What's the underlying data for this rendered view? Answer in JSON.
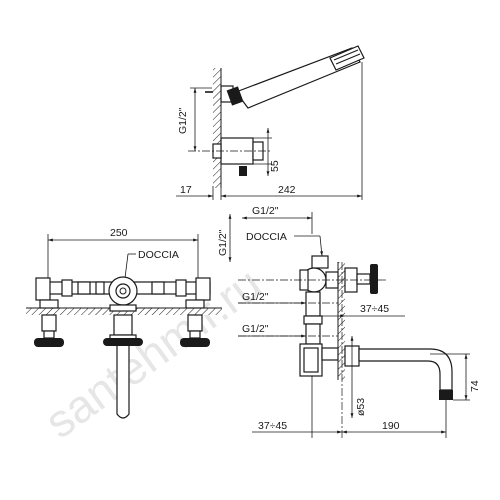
{
  "watermark": "santehmir.ru",
  "top_view": {
    "dim_g12_vertical": "G1/2\"",
    "dim_55": "55",
    "dim_17": "17",
    "dim_242": "242"
  },
  "front_view": {
    "dim_250": "250",
    "label_doccia": "DOCCIA"
  },
  "side_view": {
    "dim_g12_top": "G1/2\"",
    "dim_g12_vertical": "G1/2\"",
    "label_doccia": "DOCCIA",
    "dim_g12_mid": "G1/2\"",
    "dim_g12_low": "G1/2\"",
    "dim_37_45_right": "37÷45",
    "dim_74": "74",
    "dim_53": "ø53",
    "dim_37_45_bottom": "37÷45",
    "dim_190": "190"
  }
}
